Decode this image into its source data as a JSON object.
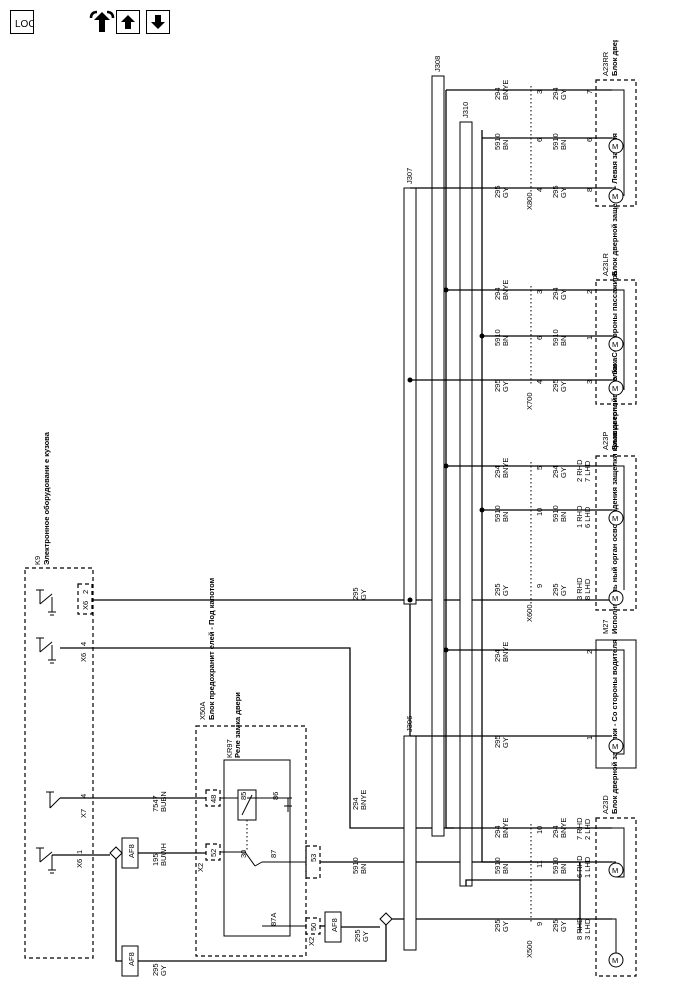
{
  "toolbar": {
    "loc_label": "LOC"
  },
  "modules": {
    "k9": {
      "ref": "K9",
      "name": "Электронное оборудовани е кузова",
      "pins": [
        "1",
        "4",
        "4",
        "2"
      ],
      "conns": [
        "X6",
        "X7",
        "X6",
        "X6"
      ]
    },
    "x50a": {
      "ref": "X50A",
      "name": "Блок предохранит елей - Под капотом"
    },
    "kr97": {
      "ref": "KR97",
      "name": "Реле замка двери",
      "pins": [
        "85",
        "86",
        "30",
        "87",
        "87A"
      ]
    },
    "m27": {
      "ref": "M27",
      "name": "Исполнитель ный орган освобождения защелки крышки топливного бака",
      "pins": [
        "2",
        "1"
      ]
    },
    "a23d": {
      "ref": "A23D",
      "name": "Блок дверной защелки - Со стороны водителя"
    },
    "a23p": {
      "ref": "A23P",
      "name": "Блок дверной защелки - Со стороны пассажира"
    },
    "a23lr": {
      "ref": "A23LR",
      "name": "Блок дверной защелки - Левая задняя",
      "pins": [
        "2",
        "1",
        "3"
      ]
    },
    "a23rr": {
      "ref": "A23RR",
      "name": "Блок дверной защелки - Правая задняя",
      "pins": [
        "7",
        "6",
        "8"
      ]
    }
  },
  "fuses": {
    "af8_a": "AF8",
    "af8_b": "AF8",
    "af8_c": "AF8"
  },
  "connectors": {
    "x2a": "X2",
    "x2b": "X2",
    "x500": "X500",
    "x600": "X600",
    "x700": "X700",
    "x800": "X800",
    "x2_pins": [
      "48",
      "52",
      "53",
      "50"
    ]
  },
  "splices": {
    "j306": "J306",
    "j307": "J307",
    "j308": "J308",
    "j310": "J310"
  },
  "wires": {
    "w7547": [
      "7547",
      "BUBN"
    ],
    "w195": [
      "195",
      "BUWH"
    ],
    "w295": [
      "295",
      "GY"
    ],
    "w294": [
      "294",
      "BNYE"
    ],
    "w5910": [
      "5910",
      "BN"
    ]
  },
  "pins": {
    "a23d": [
      "10",
      "11",
      "9"
    ],
    "a23d_side": [
      "7 RHD",
      "2 LHD",
      "6 RHD",
      "1 LHD",
      "8 RHD",
      "3 LHD"
    ],
    "a23p": [
      "5",
      "10",
      "9"
    ],
    "a23p_side": [
      "2 RHD",
      "7 LHD",
      "1 RHD",
      "6 LHD",
      "3 RHD",
      "8 LHD"
    ],
    "x700": [
      "3",
      "6",
      "4"
    ],
    "x800": [
      "3",
      "6",
      "4"
    ]
  },
  "motor_symbol": "M"
}
